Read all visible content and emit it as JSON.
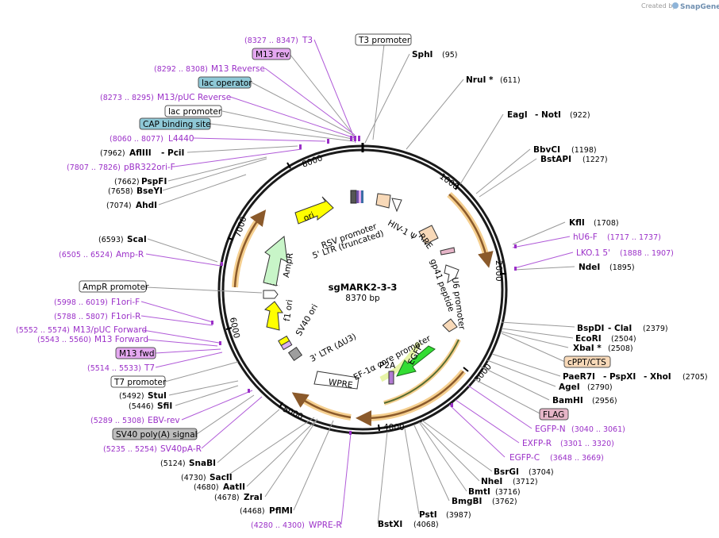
{
  "credit": {
    "prefix": "Created by",
    "brand": "SnapGene"
  },
  "plasmid": {
    "name": "sgMARK2-3-3",
    "length_label": "8370 bp"
  },
  "ticks": [
    "1000",
    "2000",
    "3000",
    "4000",
    "5000",
    "6000",
    "7000",
    "8000"
  ],
  "features": {
    "ori": "ori",
    "rsv": "RSV promoter",
    "ltr5": "5' LTR (truncated)",
    "hiv": "HIV-1 Ψ",
    "rre": "RRE",
    "gp41": "gp41 peptide",
    "u6": "U6 promoter",
    "ampr": "AmpR",
    "f1ori": "f1 ori",
    "sv40ori": "SV40 ori",
    "ltr3": "3' LTR (ΔU3)",
    "wpre": "WPRE",
    "ef1a": "EF-1α core promoter",
    "p2a": "P2A",
    "egfp": "EGFP"
  },
  "left_labels": [
    {
      "id": "t3",
      "kind": "primer",
      "pos": "(8327 .. 8347)",
      "name": "T3"
    },
    {
      "id": "m13rev",
      "kind": "box",
      "name": "M13 rev",
      "fill": "#e4a8f0"
    },
    {
      "id": "m13reverse",
      "kind": "primer",
      "pos": "(8292 .. 8308)",
      "name": "M13 Reverse"
    },
    {
      "id": "lacop",
      "kind": "box",
      "name": "lac operator",
      "fill": "#8ec8d6"
    },
    {
      "id": "m13puc",
      "kind": "primer",
      "pos": "(8273 .. 8295)",
      "name": "M13/pUC Reverse"
    },
    {
      "id": "lacprom",
      "kind": "box",
      "name": "lac promoter",
      "fill": "#ffffff"
    },
    {
      "id": "cap",
      "kind": "box",
      "name": "CAP binding site",
      "fill": "#8ec8d6"
    },
    {
      "id": "l4440",
      "kind": "primer",
      "pos": "(8060 .. 8077)",
      "name": "L4440"
    },
    {
      "id": "afliii",
      "kind": "enzyme",
      "pos": "(7962)",
      "name": "AflIII",
      "name2": "PciI"
    },
    {
      "id": "pbr322",
      "kind": "primer",
      "pos": "(7807 .. 7826)",
      "name": "pBR322ori-F"
    },
    {
      "id": "pspfi",
      "kind": "enzyme",
      "pos": "(7662)",
      "name": "PspFI"
    },
    {
      "id": "bseyi",
      "kind": "enzyme",
      "pos": "(7658)",
      "name": "BseYI"
    },
    {
      "id": "ahdi",
      "kind": "enzyme",
      "pos": "(7074)",
      "name": "AhdI"
    },
    {
      "id": "scai",
      "kind": "enzyme",
      "pos": "(6593)",
      "name": "ScaI"
    },
    {
      "id": "ampr-primer",
      "kind": "primer",
      "pos": "(6505 .. 6524)",
      "name": "Amp-R"
    },
    {
      "id": "ampr-prom",
      "kind": "box",
      "name": "AmpR promoter",
      "fill": "#ffffff"
    },
    {
      "id": "f1orif",
      "kind": "primer",
      "pos": "(5998 .. 6019)",
      "name": "F1ori-F"
    },
    {
      "id": "f1orir",
      "kind": "primer",
      "pos": "(5788 .. 5807)",
      "name": "F1ori-R"
    },
    {
      "id": "m13pucfwd",
      "kind": "primer",
      "pos": "(5552 .. 5574)",
      "name": "M13/pUC Forward"
    },
    {
      "id": "m13forward",
      "kind": "primer",
      "pos": "(5543 .. 5560)",
      "name": "M13 Forward"
    },
    {
      "id": "m13fwd",
      "kind": "box",
      "name": "M13 fwd",
      "fill": "#e4a8f0"
    },
    {
      "id": "t7",
      "kind": "primer",
      "pos": "(5514 .. 5533)",
      "name": "T7"
    },
    {
      "id": "t7prom",
      "kind": "box",
      "name": "T7 promoter",
      "fill": "#ffffff"
    },
    {
      "id": "stui",
      "kind": "enzyme",
      "pos": "(5492)",
      "name": "StuI"
    },
    {
      "id": "sfii",
      "kind": "enzyme",
      "pos": "(5446)",
      "name": "SfiI"
    },
    {
      "id": "ebvrev",
      "kind": "primer",
      "pos": "(5289 .. 5308)",
      "name": "EBV-rev"
    },
    {
      "id": "sv40pa",
      "kind": "box",
      "name": "SV40 poly(A) signal",
      "fill": "#bdbdbd"
    },
    {
      "id": "sv40par",
      "kind": "primer",
      "pos": "(5235 .. 5254)",
      "name": "SV40pA-R"
    },
    {
      "id": "snabi",
      "kind": "enzyme",
      "pos": "(5124)",
      "name": "SnaBI"
    },
    {
      "id": "sacii",
      "kind": "enzyme",
      "pos": "(4730)",
      "name": "SacII"
    },
    {
      "id": "aatii",
      "kind": "enzyme",
      "pos": "(4680)",
      "name": "AatII"
    },
    {
      "id": "zrai",
      "kind": "enzyme",
      "pos": "(4678)",
      "name": "ZraI"
    },
    {
      "id": "pflmi",
      "kind": "enzyme",
      "pos": "(4468)",
      "name": "PflMI"
    },
    {
      "id": "wprer",
      "kind": "primer",
      "pos": "(4280 .. 4300)",
      "name": "WPRE-R"
    }
  ],
  "right_labels": [
    {
      "id": "t3prom",
      "kind": "box",
      "name": "T3 promoter",
      "fill": "#ffffff"
    },
    {
      "id": "sphi",
      "kind": "enzyme",
      "name": "SphI",
      "pos": "(95)"
    },
    {
      "id": "nrui",
      "kind": "enzyme",
      "name": "NruI *",
      "pos": "(611)"
    },
    {
      "id": "eagi",
      "kind": "enzyme",
      "name": "EagI",
      "name2": "NotI",
      "pos": "(922)"
    },
    {
      "id": "bbvci",
      "kind": "enzyme",
      "name": "BbvCI",
      "pos": "(1198)"
    },
    {
      "id": "bstapi",
      "kind": "enzyme",
      "name": "BstAPI",
      "pos": "(1227)"
    },
    {
      "id": "kfli",
      "kind": "enzyme",
      "name": "KflI",
      "pos": "(1708)"
    },
    {
      "id": "hu6f",
      "kind": "primer",
      "name": "hU6-F",
      "pos": "(1717 .. 1737)"
    },
    {
      "id": "lko",
      "kind": "primer",
      "name": "LKO.1 5'",
      "pos": "(1888 .. 1907)"
    },
    {
      "id": "ndei",
      "kind": "enzyme",
      "name": "NdeI",
      "pos": "(1895)"
    },
    {
      "id": "bspdi",
      "kind": "enzyme",
      "name": "BspDI",
      "name2": "ClaI",
      "pos": "(2379)"
    },
    {
      "id": "ecori",
      "kind": "enzyme",
      "name": "EcoRI",
      "pos": "(2504)"
    },
    {
      "id": "xbai",
      "kind": "enzyme",
      "name": "XbaI *",
      "pos": "(2508)"
    },
    {
      "id": "cppt",
      "kind": "box",
      "name": "cPPT/CTS",
      "fill": "#f8d9b8"
    },
    {
      "id": "paer7i",
      "kind": "enzyme",
      "name": "PaeR7I",
      "name2": "PspXI",
      "name3": "XhoI",
      "pos": "(2705)"
    },
    {
      "id": "agei",
      "kind": "enzyme",
      "name": "AgeI",
      "pos": "(2790)"
    },
    {
      "id": "bamhi",
      "kind": "enzyme",
      "name": "BamHI",
      "pos": "(2956)"
    },
    {
      "id": "flag",
      "kind": "box",
      "name": "FLAG",
      "fill": "#e6b5c8"
    },
    {
      "id": "egfpn",
      "kind": "primer",
      "name": "EGFP-N",
      "pos": "(3040 .. 3061)"
    },
    {
      "id": "exfpr",
      "kind": "primer",
      "name": "EXFP-R",
      "pos": "(3301 .. 3320)"
    },
    {
      "id": "egfpc",
      "kind": "primer",
      "name": "EGFP-C",
      "pos": "(3648 .. 3669)"
    },
    {
      "id": "bsrgi",
      "kind": "enzyme",
      "name": "BsrGI",
      "pos": "(3704)"
    },
    {
      "id": "nhei",
      "kind": "enzyme",
      "name": "NheI",
      "pos": "(3712)"
    },
    {
      "id": "bmti",
      "kind": "enzyme",
      "name": "BmtI",
      "pos": "(3716)"
    },
    {
      "id": "bmgbi",
      "kind": "enzyme",
      "name": "BmgBI",
      "pos": "(3762)"
    },
    {
      "id": "psti",
      "kind": "enzyme",
      "name": "PstI",
      "pos": "(3987)"
    },
    {
      "id": "bstxi",
      "kind": "enzyme",
      "name": "BstXI",
      "pos": "(4068)"
    }
  ],
  "colors": {
    "primer": "#9b30c8",
    "enzyme": "#000000",
    "backbone": "#1a1a1a",
    "ori": "#ffff00",
    "ampr": "#c8f5c8",
    "egfp": "#33dd33",
    "rre": "#f8d9b8",
    "orf_arrow": "#f0b45a"
  }
}
